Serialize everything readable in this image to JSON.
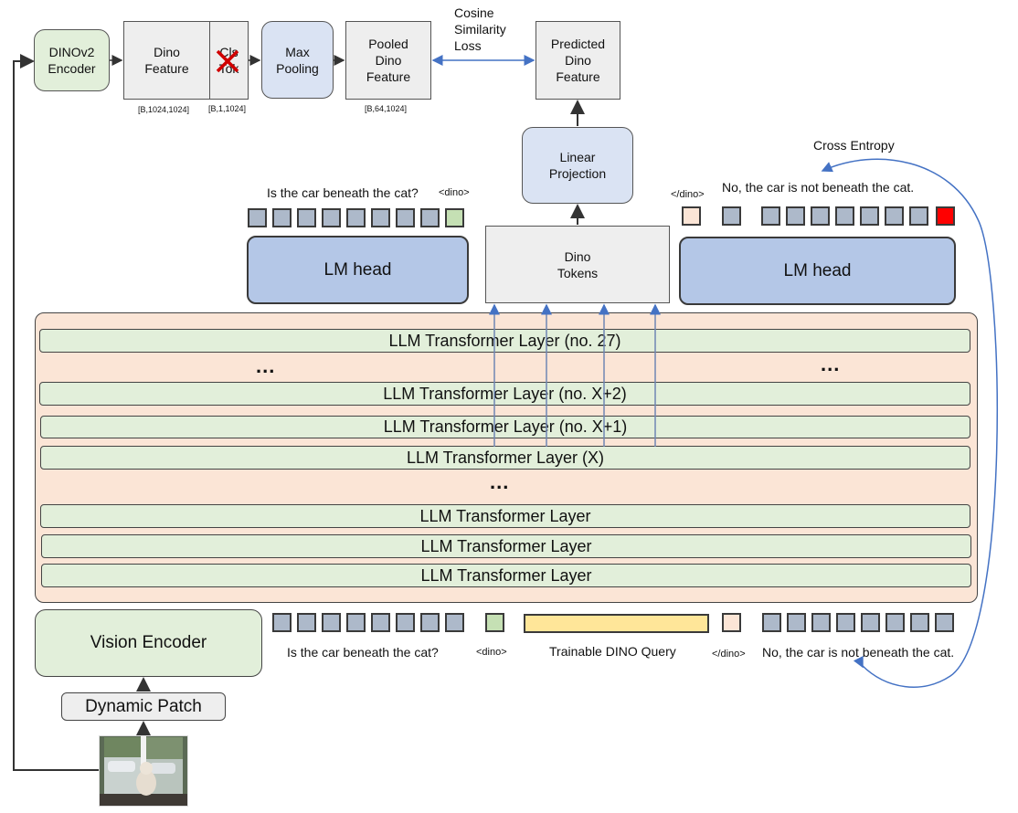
{
  "top": {
    "dinov2_encoder": "DINOv2\nEncoder",
    "dino_feature": "Dino\nFeature",
    "cls_tok": "Cls\nTok",
    "max_pooling": "Max\nPooling",
    "pooled_dino_feature": "Pooled\nDino\nFeature",
    "cosine_loss": "Cosine\nSimilarity\nLoss",
    "predicted_dino_feature": "Predicted\nDino\nFeature",
    "shape_dino_feature": "[B,1024,1024]",
    "shape_cls_tok": "[B,1,1024]",
    "shape_pooled": "[B,64,1024]"
  },
  "linear_projection": "Linear\nProjection",
  "dino_tokens": "Dino\nTokens",
  "cross_entropy": "Cross Entropy",
  "output_row": {
    "question": "Is the car beneath the cat?",
    "dino_open": "<dino>",
    "dino_close": "</dino>",
    "answer": "No, the car is not beneath the cat."
  },
  "lm_head_left": "LM head",
  "lm_head_right": "LM head",
  "layers": {
    "l27": "LLM Transformer Layer (no. 27)",
    "lx2": "LLM Transformer Layer (no. X+2)",
    "lx1": "LLM Transformer Layer (no. X+1)",
    "lx": "LLM Transformer Layer (X)",
    "generic": "LLM Transformer Layer",
    "ellipsis": "..."
  },
  "input_row": {
    "question": "Is the car beneath the cat?",
    "dino_open": "<dino>",
    "trainable_query": "Trainable DINO Query",
    "dino_close": "</dino>",
    "answer": "No, the car is not beneath the cat."
  },
  "vision_encoder": "Vision Encoder",
  "dynamic_patch": "Dynamic Patch",
  "colors": {
    "token_grey": "#adb9ca",
    "token_green": "#c5e0b4",
    "token_peach": "#fbe5d6",
    "token_red": "#ff0000",
    "query_yellow": "#ffe699",
    "lm_head": "#b4c7e7",
    "panel": "#fbe5d6",
    "layer": "#e2efda",
    "arrow_blue": "#4472c4"
  }
}
